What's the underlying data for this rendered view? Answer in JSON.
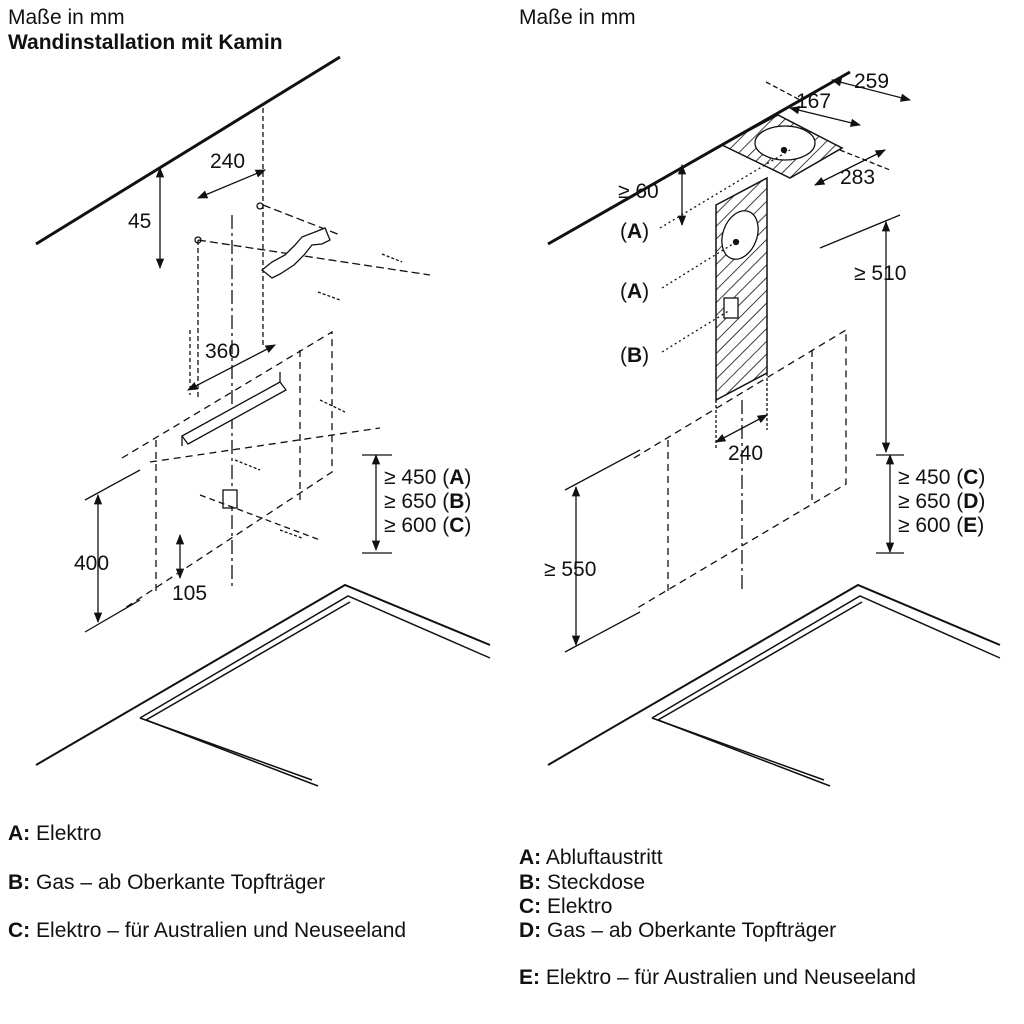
{
  "left": {
    "units": "Maße in mm",
    "title": "Wandinstallation mit Kamin",
    "dims": {
      "d45": "45",
      "d240": "240",
      "d360": "360",
      "d400": "400",
      "d105": "105",
      "r1": "≥ 450 (",
      "r1k": "A",
      "r1e": ")",
      "r2": "≥ 650 (",
      "r2k": "B",
      "r2e": ")",
      "r3": "≥ 600 (",
      "r3k": "C",
      "r3e": ")"
    },
    "legend": [
      {
        "key": "A:",
        "text": "Elektro"
      },
      {
        "key": "B:",
        "text": "Gas – ab Oberkante Topfträger"
      },
      {
        "key": "C:",
        "text": "Elektro – für Australien und Neuseeland"
      }
    ]
  },
  "right": {
    "units": "Maße in mm",
    "dims": {
      "d259": "259",
      "d167": "167",
      "d283": "283",
      "d60": "≥ 60",
      "d510": "≥ 510",
      "d240": "240",
      "d550": "≥ 550",
      "r1": "≥ 450 (",
      "r1k": "C",
      "r1e": ")",
      "r2": "≥ 650 (",
      "r2k": "D",
      "r2e": ")",
      "r3": "≥ 600 (",
      "r3k": "E",
      "r3e": ")"
    },
    "callouts": [
      {
        "pre": "(",
        "key": "A",
        "post": ")"
      },
      {
        "pre": "(",
        "key": "A",
        "post": ")"
      },
      {
        "pre": "(",
        "key": "B",
        "post": ")"
      }
    ],
    "legend": [
      {
        "key": "A:",
        "text": "Abluftaustritt"
      },
      {
        "key": "B:",
        "text": "Steckdose"
      },
      {
        "key": "C:",
        "text": "Elektro"
      },
      {
        "key": "D:",
        "text": "Gas – ab Oberkante Topfträger"
      },
      {
        "key": "E:",
        "text": "Elektro – für Australien und Neuseeland"
      }
    ]
  }
}
